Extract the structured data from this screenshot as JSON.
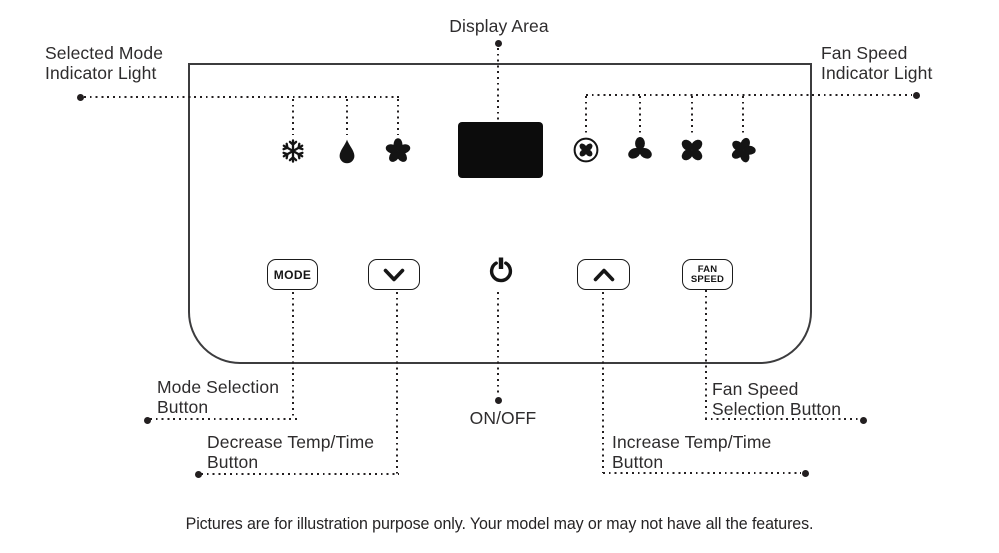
{
  "callouts": {
    "display_area": {
      "label": "Display Area"
    },
    "selected_mode_indicator": {
      "label": "Selected Mode Indicator Light"
    },
    "fan_speed_indicator": {
      "label": "Fan Speed Indicator Light"
    },
    "mode_selection": {
      "label": "Mode Selection Button"
    },
    "decrease_temp_time": {
      "label": "Decrease Temp/Time Button"
    },
    "on_off": {
      "label": "ON/OFF"
    },
    "increase_temp_time": {
      "label": "Increase Temp/Time Button"
    },
    "fan_speed_selection": {
      "label": "Fan Speed Selection Button"
    }
  },
  "panel": {
    "buttons": {
      "mode_label": "MODE",
      "fan_speed_line1": "FAN",
      "fan_speed_line2": "SPEED"
    },
    "mode_indicator_icons": [
      {
        "name": "snowflake-cool-mode-icon"
      },
      {
        "name": "water-drop-dry-mode-icon"
      },
      {
        "name": "fan-mode-icon"
      }
    ],
    "fan_speed_indicator_icons": [
      {
        "name": "auto-fan-speed-icon"
      },
      {
        "name": "low-fan-speed-icon"
      },
      {
        "name": "medium-fan-speed-icon"
      },
      {
        "name": "high-fan-speed-icon"
      }
    ]
  },
  "footer": {
    "disclaimer": "Pictures are for illustration purpose only. Your model may or may not have all the features."
  },
  "colors": {
    "ink": "#231f20",
    "panel_border": "#3c3c3e",
    "display_fill": "#0c0c0c"
  }
}
